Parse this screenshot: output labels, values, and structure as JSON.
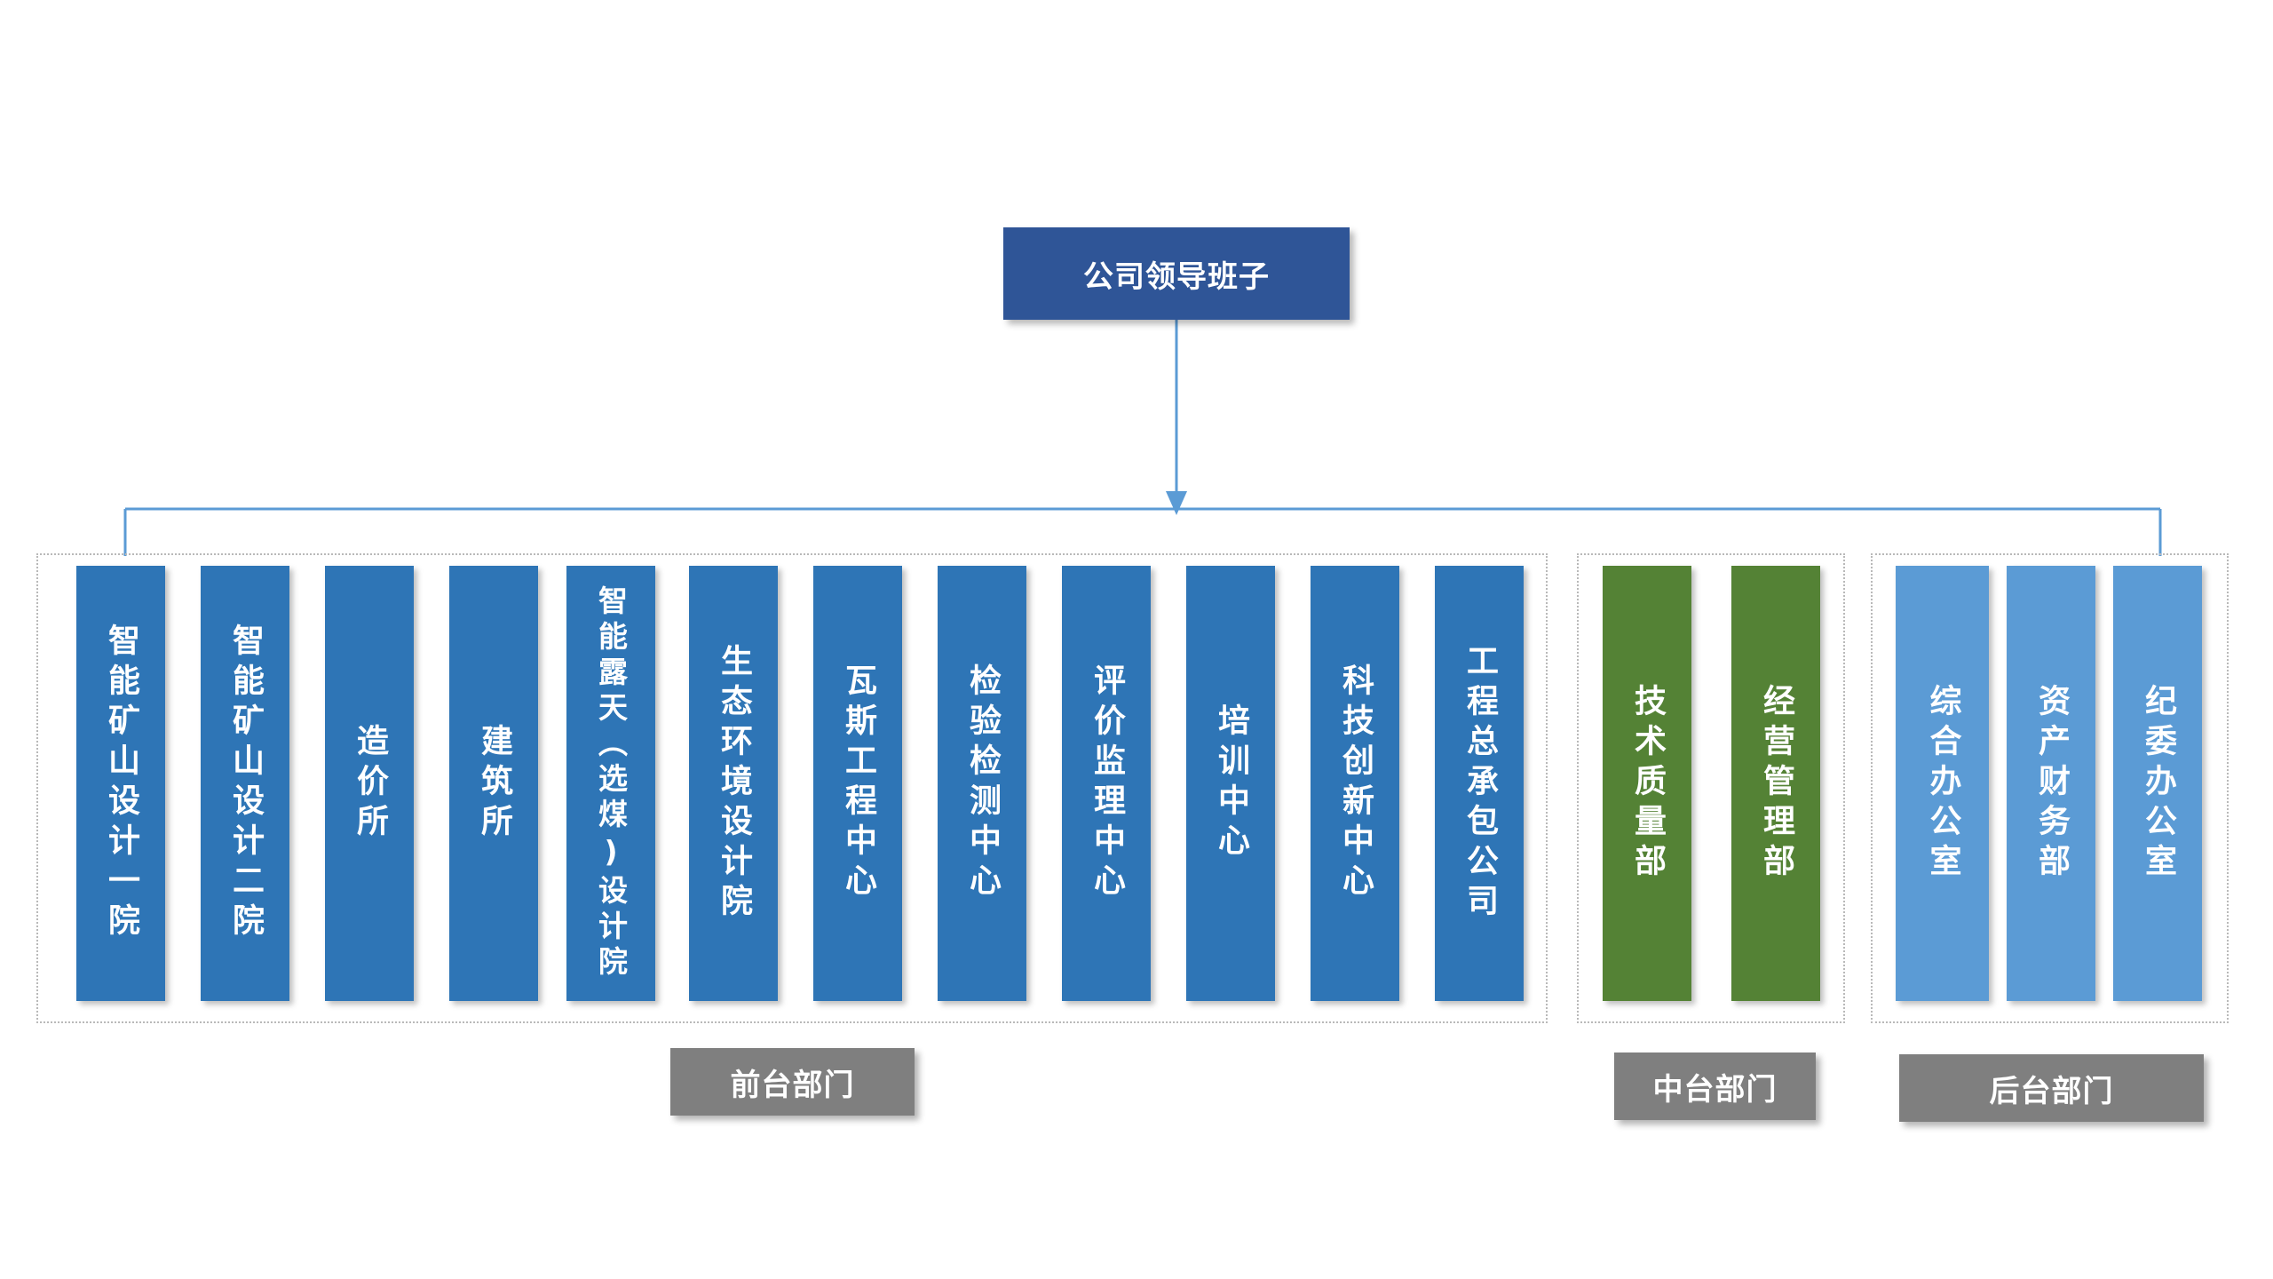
{
  "leadership": {
    "label": "公司领导班子"
  },
  "groups": [
    {
      "name": "前台部门",
      "color": "#2E75B6",
      "departments": [
        "智能矿山设计一院",
        "智能矿山设计二院",
        "造价所",
        "建筑所",
        "智能露天（选煤)设计院",
        "生态环境设计院",
        "瓦斯工程中心",
        "检验检测中心",
        "评价监理中心",
        "培训中心",
        "科技创新中心",
        "工程总承包公司"
      ]
    },
    {
      "name": "中台部门",
      "color": "#548235",
      "departments": [
        "技术质量部",
        "经营管理部"
      ]
    },
    {
      "name": "后台部门",
      "color": "#5B9BD5",
      "departments": [
        "综合办公室",
        "资产财务部",
        "纪委办公室"
      ]
    }
  ],
  "colors": {
    "leadership_box": "#2F5597",
    "connector": "#5B9BD5",
    "group_tag": "#7F7F7F"
  }
}
